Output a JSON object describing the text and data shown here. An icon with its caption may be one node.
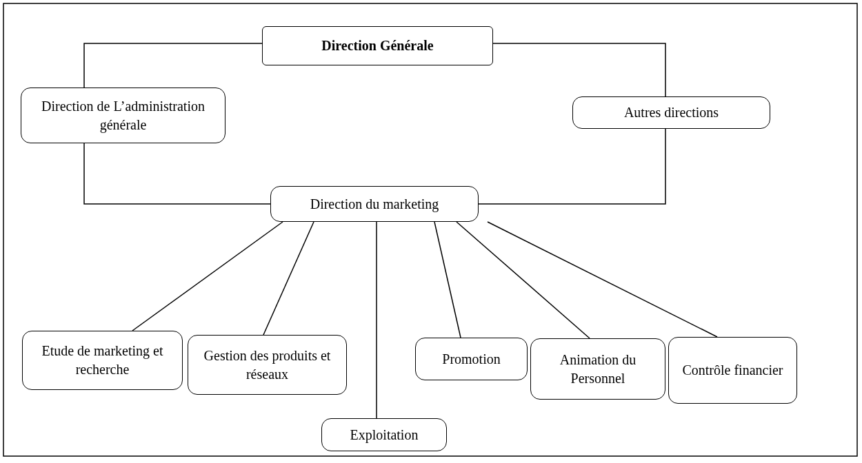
{
  "diagram": {
    "nodes": [
      {
        "text": [
          "Direction Générale"
        ]
      },
      {
        "text": [
          "Direction de L’administration générale"
        ]
      },
      {
        "text": [
          "Autres directions"
        ]
      },
      {
        "text": [
          "Direction du marketing"
        ]
      },
      {
        "text": [
          "Etude de marketing et recherche"
        ]
      },
      {
        "text": [
          "Gestion des produits et réseaux"
        ]
      },
      {
        "text": [
          "Exploitation"
        ]
      },
      {
        "text": [
          "Promotion"
        ]
      },
      {
        "text": [
          "Animation du Personnel"
        ]
      },
      {
        "text": [
          "Contrôle financier"
        ]
      }
    ],
    "edges": [
      {
        "from": 0,
        "to": 1,
        "arrow": "none"
      },
      {
        "from": 0,
        "to": 2,
        "arrow": "none"
      },
      {
        "from": 1,
        "to": 3,
        "arrow": "none"
      },
      {
        "from": 2,
        "to": 3,
        "arrow": "none"
      },
      {
        "from": 3,
        "to": 4,
        "arrow": "none"
      },
      {
        "from": 3,
        "to": 5,
        "arrow": "none"
      },
      {
        "from": 3,
        "to": 6,
        "arrow": "none"
      },
      {
        "from": 3,
        "to": 7,
        "arrow": "none"
      },
      {
        "from": 3,
        "to": 8,
        "arrow": "none"
      },
      {
        "from": 3,
        "to": 9,
        "arrow": "none"
      }
    ]
  }
}
